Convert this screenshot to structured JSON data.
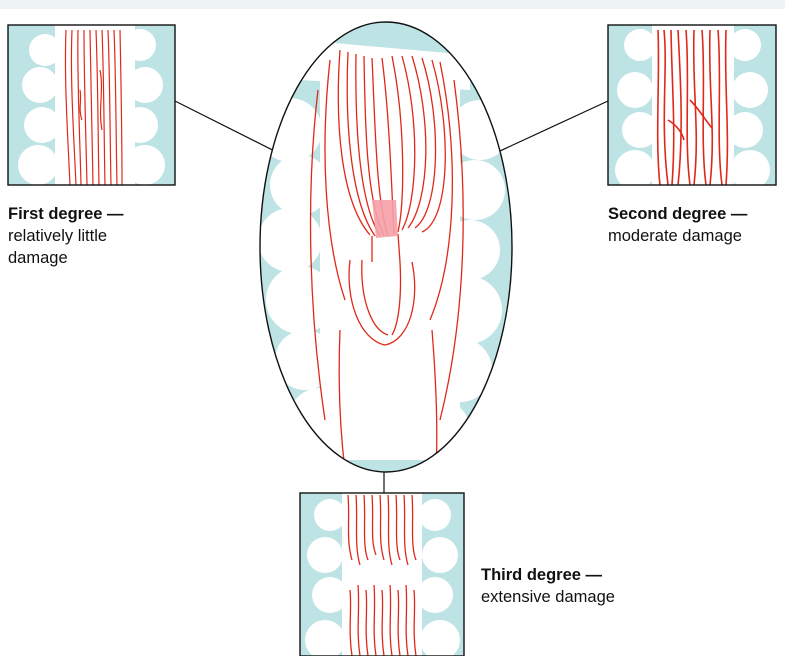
{
  "labels": {
    "first": {
      "title": "First degree —",
      "line1": "relatively little",
      "line2": "damage"
    },
    "second": {
      "title": "Second degree —",
      "line1": "moderate damage"
    },
    "third": {
      "title": "Third degree —",
      "line1": "extensive damage"
    }
  },
  "colors": {
    "background": "#ffffff",
    "panel_fill": "#bde3e5",
    "cloud": "#ffffff",
    "muscle_line": "#e0281a",
    "injury_highlight": "#f6a0a8",
    "outline": "#111111"
  }
}
